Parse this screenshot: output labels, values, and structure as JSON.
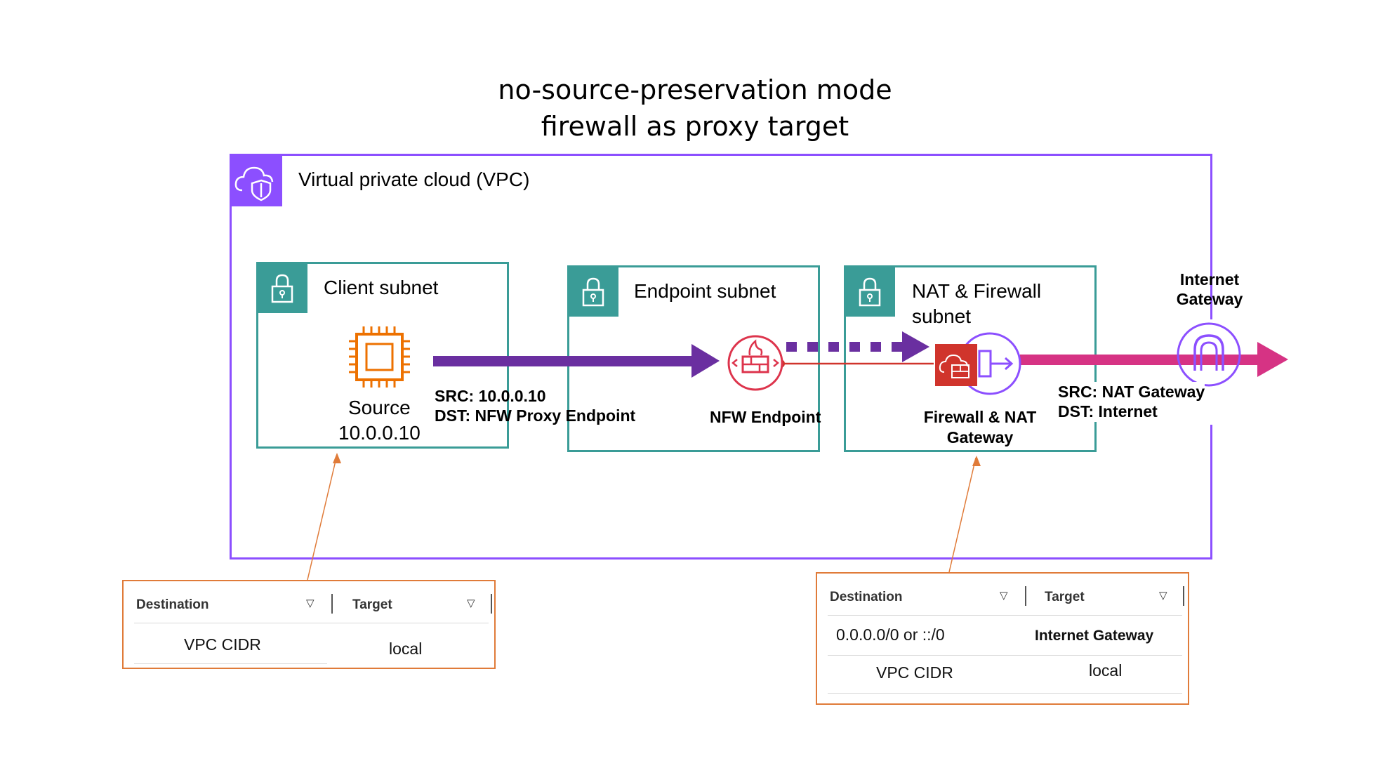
{
  "title": {
    "line1": "no-source-preservation mode",
    "line2": "firewall as proxy target"
  },
  "vpc": {
    "label": "Virtual private cloud (VPC)"
  },
  "subnets": {
    "client": "Client subnet",
    "endpoint": "Endpoint subnet",
    "nat_line1": "NAT & Firewall",
    "nat_line2": "subnet"
  },
  "source": {
    "label": "Source",
    "ip": "10.0.0.10"
  },
  "flow1": {
    "src": "SRC: 10.0.0.10",
    "dst": "DST: NFW Proxy Endpoint"
  },
  "nfw_endpoint": {
    "label": "NFW Endpoint"
  },
  "fw_nat": {
    "line1": "Firewall & NAT",
    "line2": "Gateway"
  },
  "igw": {
    "line1": "Internet",
    "line2": "Gateway"
  },
  "flow2": {
    "src": "SRC: NAT Gateway",
    "dst": "DST: Internet"
  },
  "route_table_left": {
    "headers": [
      "Destination",
      "Target"
    ],
    "rows": [
      [
        "VPC CIDR",
        "local"
      ]
    ]
  },
  "route_table_right": {
    "headers": [
      "Destination",
      "Target"
    ],
    "rows": [
      [
        "0.0.0.0/0 or ::/0",
        "Internet Gateway"
      ],
      [
        "VPC CIDR",
        "local"
      ]
    ]
  },
  "colors": {
    "vpc": "#8C4FFF",
    "subnet": "#3A9C97",
    "ec2": "#ED7100",
    "firewall": "#DD344C",
    "flow_purple": "#6A2FA0",
    "flow_pink": "#D63384",
    "callout": "#E07B39"
  },
  "icons": {
    "vpc": "cloud-shield-icon",
    "subnet": "lock-icon",
    "source": "ec2-chip-icon",
    "nfw": "network-firewall-endpoint-icon",
    "firewall": "firewall-icon",
    "nat": "nat-gateway-icon",
    "igw": "internet-gateway-icon"
  }
}
